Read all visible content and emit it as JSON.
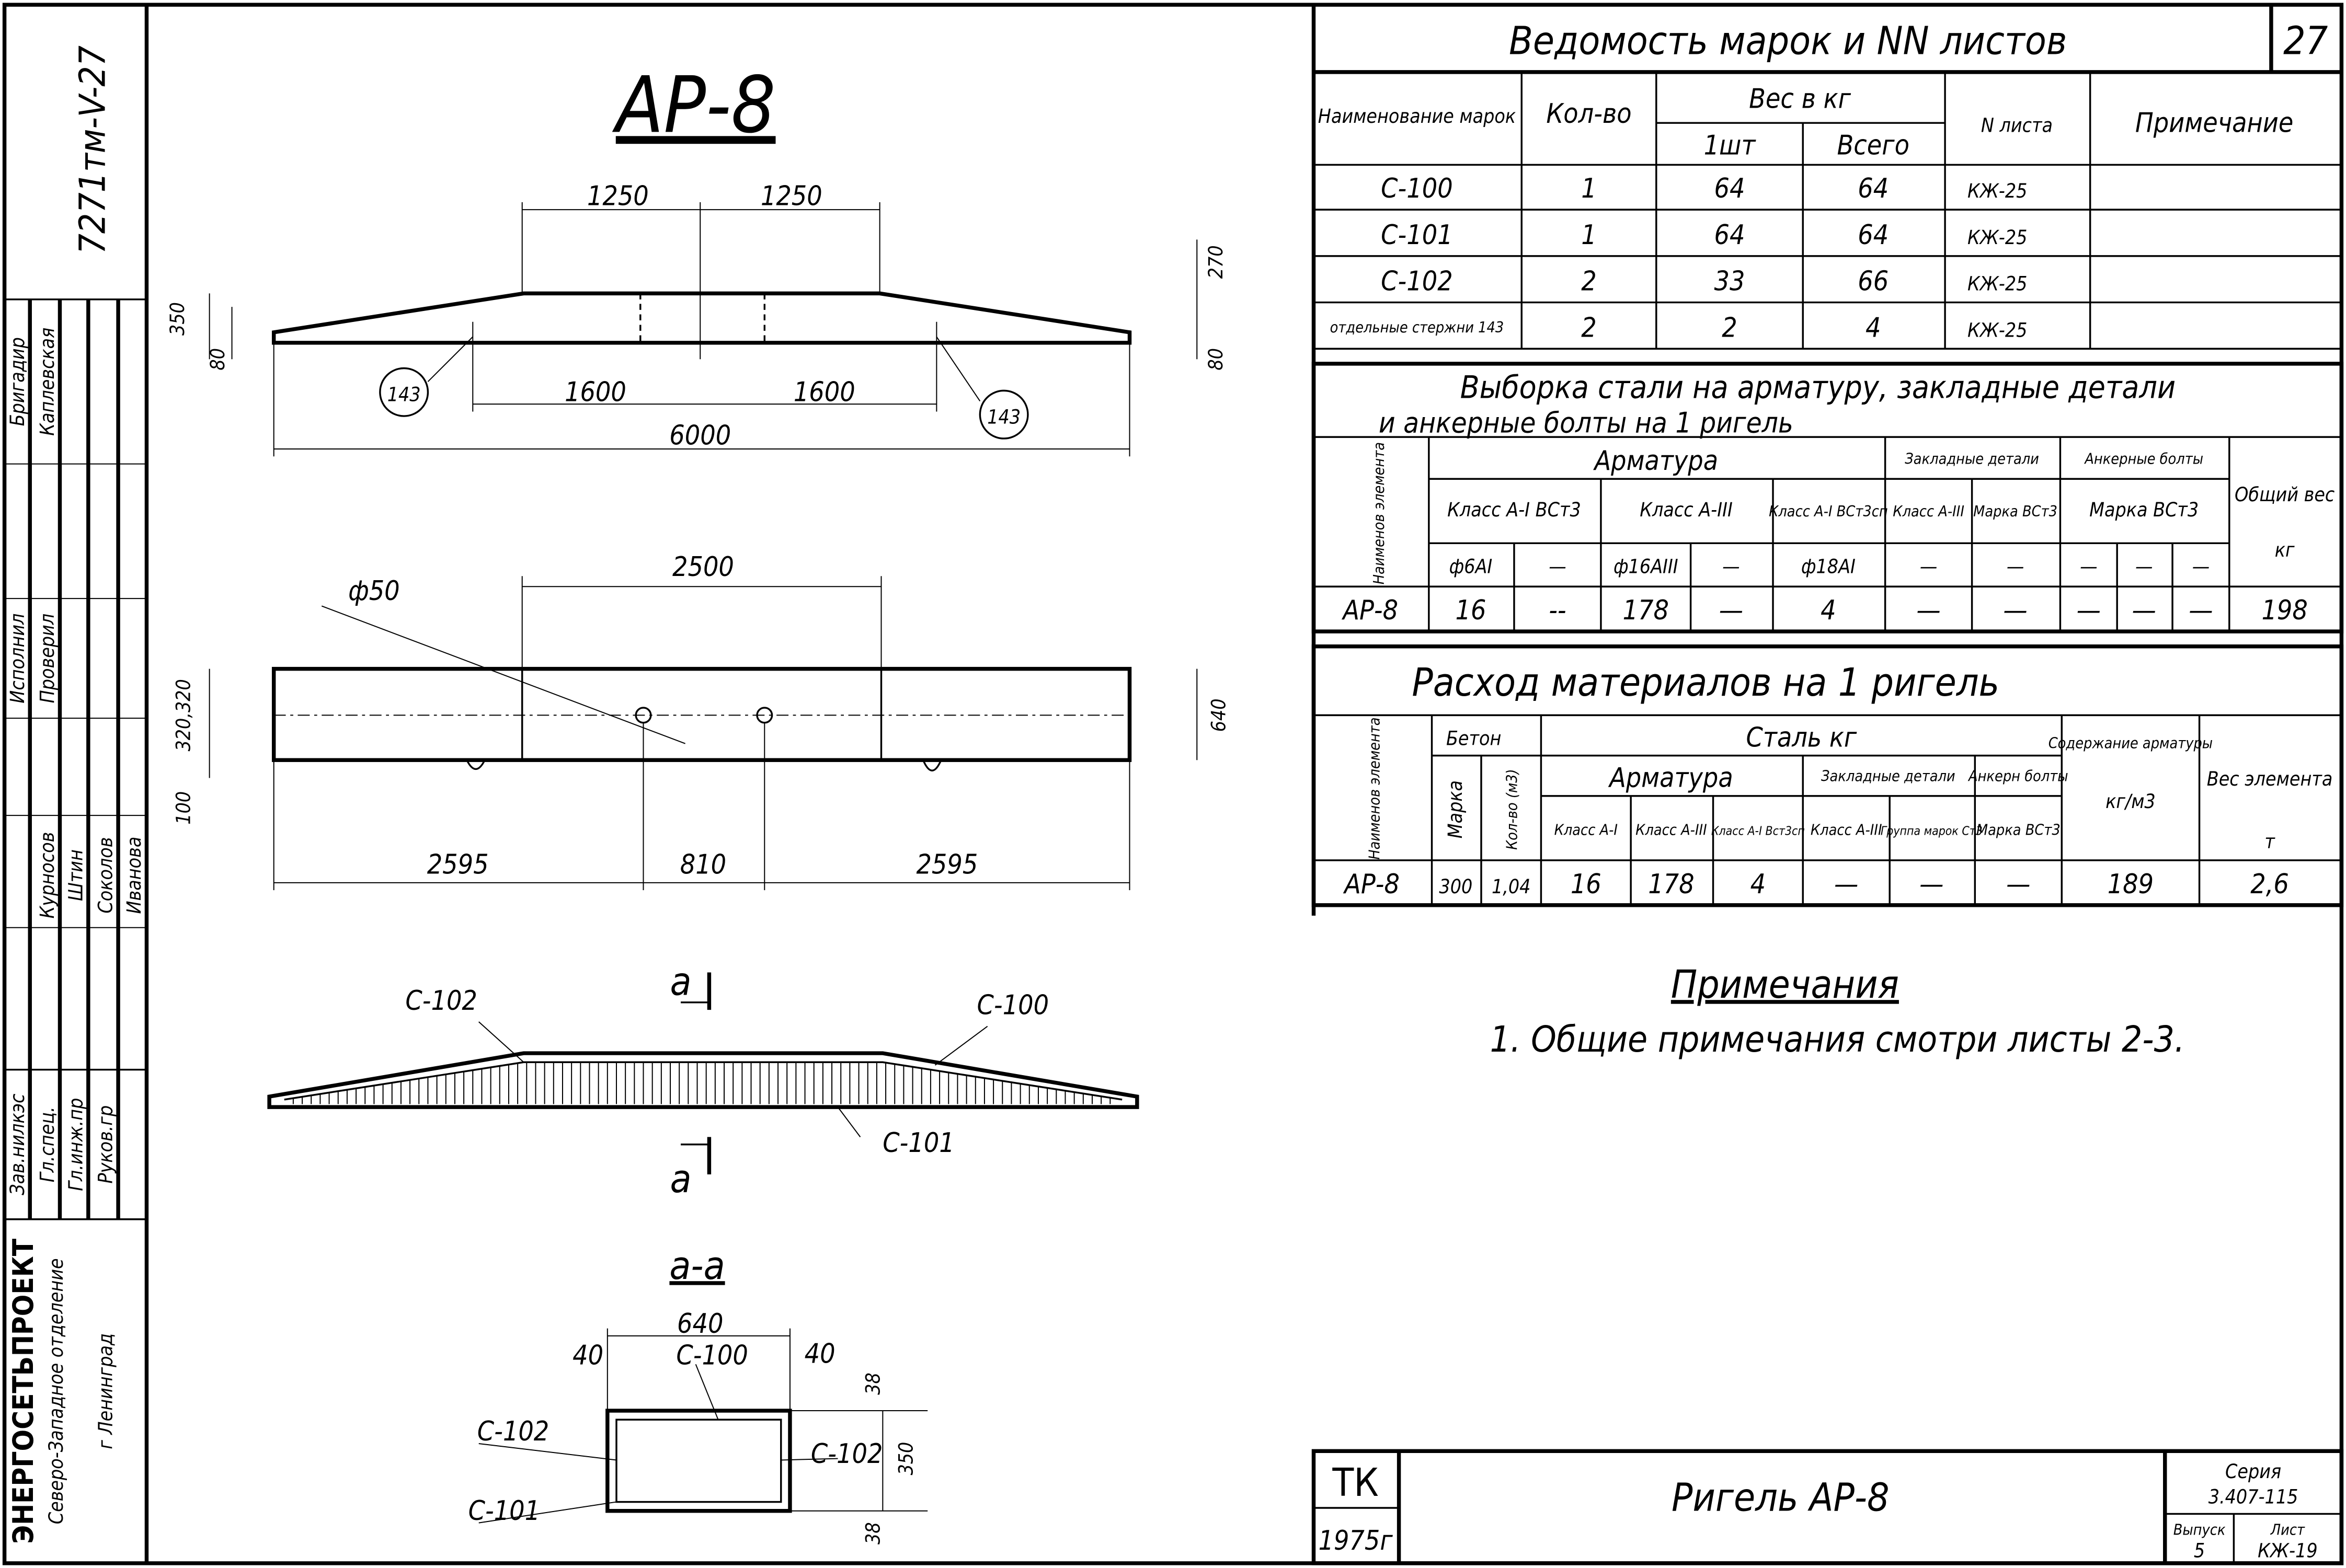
{
  "sheet": {
    "number": "27",
    "code": "7271тм-V-27"
  },
  "title_block": {
    "org": "ЭНЕРГОСЕТЬПРОЕКТ",
    "branch": "Северо-Западное отделение",
    "city": "г Ленинград",
    "tk": "ТК",
    "year": "1975г",
    "name": "Ригель АР-8",
    "series_label": "Серия",
    "series": "3.407-115",
    "issue_label": "Выпуск",
    "issue": "5",
    "sheet_label": "Лист",
    "sheet": "КЖ-19",
    "roles": [
      "Зав.нилкэс",
      "Гл.спец.",
      "Гл.инж.пр",
      "Руков.гр",
      "Исполнил",
      "Проверил",
      "Бригадир"
    ],
    "names": [
      "Курносов",
      "Штин",
      "Соколов",
      "Иванова",
      "Каплевская"
    ]
  },
  "marks_table": {
    "title": "Ведомость марок и NN листов",
    "headers": {
      "name": "Наименование марок",
      "qty": "Кол-во",
      "weight": "Вес в кг",
      "one": "1шт",
      "total": "Всего",
      "sheet": "N листа",
      "note": "Примечание"
    },
    "rows": [
      {
        "name": "С-100",
        "qty": "1",
        "one": "64",
        "total": "64",
        "sheet": "КЖ-25",
        "note": ""
      },
      {
        "name": "С-101",
        "qty": "1",
        "one": "64",
        "total": "64",
        "sheet": "КЖ-25",
        "note": ""
      },
      {
        "name": "С-102",
        "qty": "2",
        "one": "33",
        "total": "66",
        "sheet": "КЖ-25",
        "note": ""
      },
      {
        "name": "отдельные стержни 143",
        "qty": "2",
        "one": "2",
        "total": "4",
        "sheet": "КЖ-25",
        "note": ""
      }
    ]
  },
  "steel_table": {
    "title1": "Выборка стали на арматуру, закладные детали",
    "title2": "и анкерные болты на 1 ригель",
    "h_element": "Наименов элемента",
    "h_rebar": "Арматура",
    "h_a1": "Класс А-I ВСт3",
    "h_a3": "Класс А-III",
    "h_a1sp": "Класс А-I ВСт3сп",
    "h_embed": "Закладные детали",
    "h_embed_cls": "Класс А-III",
    "h_embed_mark": "Марка ВСт3",
    "h_anchor": "Анкерные болты",
    "h_anchor_mark": "Марка ВСт3",
    "h_total": "Общий вес",
    "h_unit": "кг",
    "sub": [
      "ф6АI",
      "—",
      "ф16АIII",
      "—",
      "ф18АI",
      "—",
      "—",
      "—",
      "—",
      "—"
    ],
    "row": [
      "АР-8",
      "16",
      "--",
      "178",
      "—",
      "4",
      "—",
      "—",
      "—",
      "—",
      "—",
      "198"
    ]
  },
  "materials_table": {
    "title": "Расход материалов на 1 ригель",
    "h_element": "Наименов элемента",
    "h_concrete": "Бетон",
    "h_mark": "Марка",
    "h_qty": "Кол-во (м3)",
    "h_steel": "Сталь кг",
    "h_rebar": "Арматура",
    "h_embed": "Закладные детали",
    "h_anchor": "Анкерн болты",
    "h_sub": [
      "Класс А-I",
      "Класс А-III",
      "Класс А-I Вст3сп",
      "Класс А-III",
      "Группа марок Ст3",
      "Марка ВСт3"
    ],
    "h_content": "Содержание арматуры",
    "h_content_unit": "кг/м3",
    "h_weight": "Вес элемента",
    "h_weight_unit": "т",
    "row": [
      "АР-8",
      "300",
      "1,04",
      "16",
      "178",
      "4",
      "—",
      "—",
      "—",
      "189",
      "2,6"
    ]
  },
  "notes": {
    "title": "Примечания",
    "items": [
      "1. Общие примечания смотри листы 2-3."
    ]
  },
  "drawing": {
    "title": "АР-8",
    "elevation": [
      "1250",
      "1250",
      "350",
      "80",
      "270",
      "80",
      "143",
      "143",
      "1600",
      "1600",
      "6000"
    ],
    "plan": [
      "2500",
      "ф50",
      "640",
      "320,320",
      "100",
      "2595",
      "810",
      "2595"
    ],
    "rebar": [
      "С-102",
      "С-100",
      "С-101",
      "а",
      "а"
    ],
    "section": [
      "а-а",
      "640",
      "40",
      "С-100",
      "40",
      "38",
      "350",
      "38",
      "С-102",
      "С-102",
      "С-101"
    ]
  }
}
